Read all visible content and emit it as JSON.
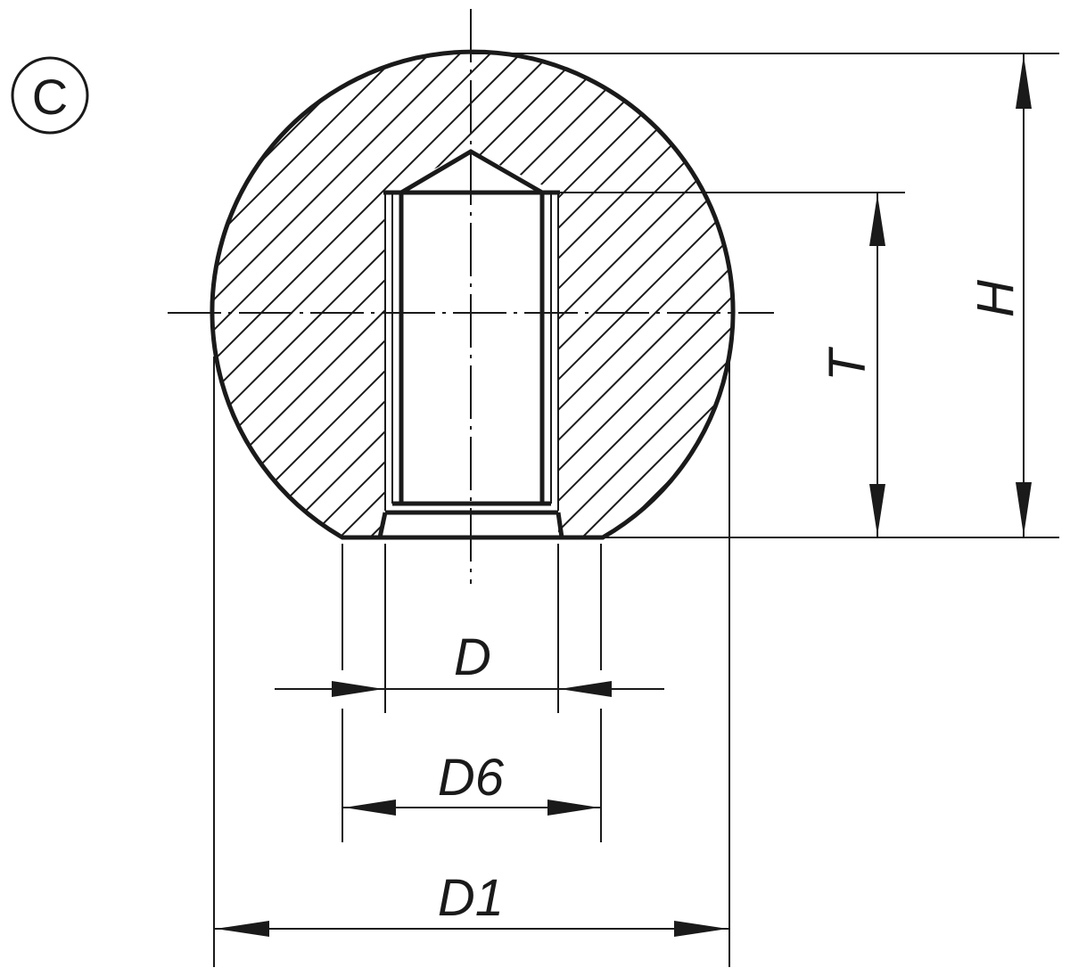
{
  "variant_badge": {
    "letter": "C",
    "icon": "circled-letter-icon"
  },
  "dimensions": {
    "D": "D",
    "D6": "D6",
    "D1": "D1",
    "T": "T",
    "H": "H"
  },
  "colors": {
    "ink": "#1a1a1a",
    "background": "#ffffff"
  }
}
